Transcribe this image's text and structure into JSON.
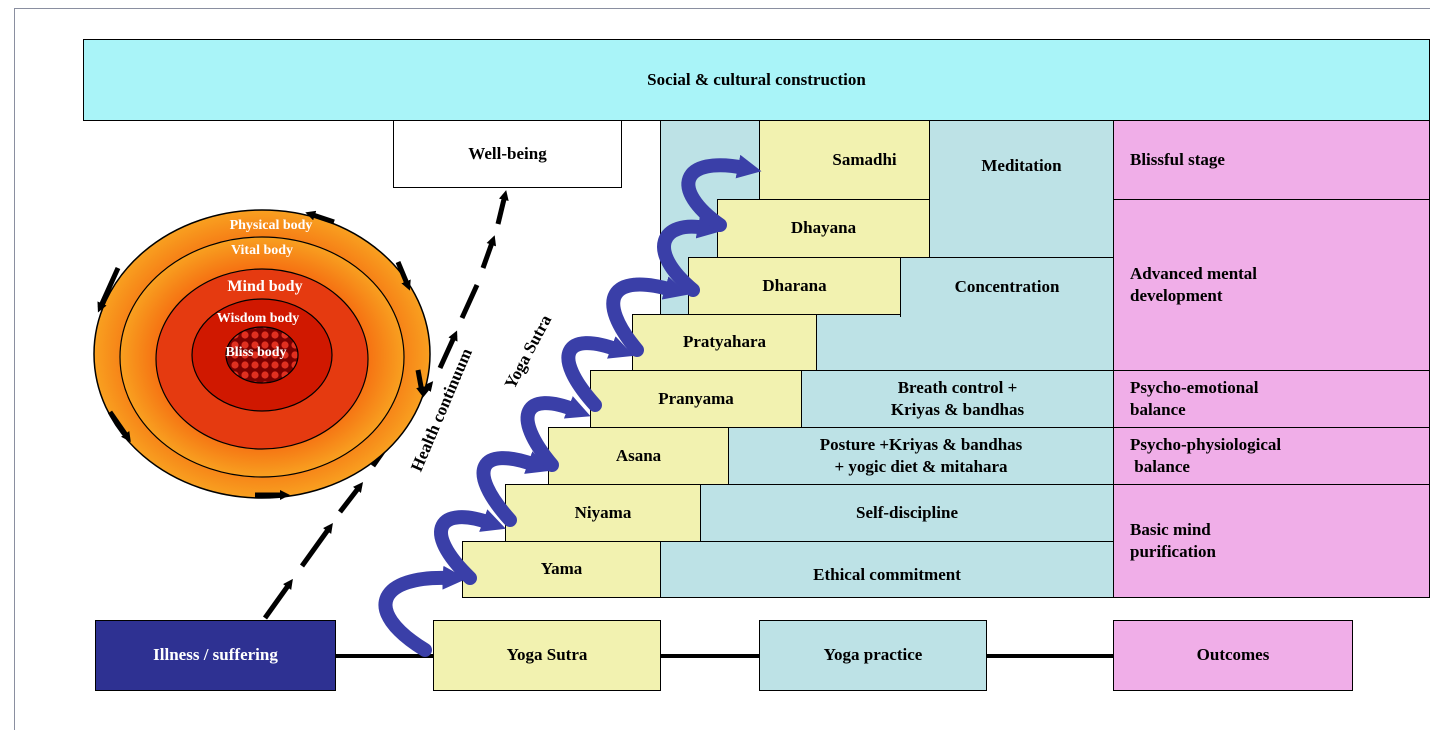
{
  "top_banner": "Social & cultural construction",
  "wellbeing": "Well-being",
  "illness": "Illness / suffering",
  "health_continuum": "Health continuum",
  "yoga_sutra_arc": "Yoga Sutra",
  "bodies": [
    "Physical body",
    "Vital body",
    "Mind body",
    "Wisdom body",
    "Bliss body"
  ],
  "steps": [
    "Samadhi",
    "Dhayana",
    "Dharana",
    "Pratyahara",
    "Pranyama",
    "Asana",
    "Niyama",
    "Yama"
  ],
  "practice": {
    "meditation": "Meditation",
    "concentration": "Concentration",
    "breath_1": "Breath control +",
    "breath_2": "Kriyas & bandhas",
    "posture_1": "Posture +Kriyas & bandhas",
    "posture_2": "+ yogic diet & mitahara",
    "self_discipline": "Self-discipline",
    "ethical": "Ethical commitment"
  },
  "outcomes": {
    "blissful": "Blissful  stage",
    "advanced_1": "Advanced mental",
    "advanced_2": "development",
    "psycho_emotional_1": "Psycho-emotional",
    "psycho_emotional_2": "balance",
    "psycho_physio_1": "Psycho-physiological",
    "psycho_physio_2": " balance",
    "basic_1": "Basic mind",
    "basic_2": "purification"
  },
  "bottom": {
    "yoga_sutra": "Yoga Sutra",
    "yoga_practice": "Yoga practice",
    "outcomes": "Outcomes"
  },
  "colors": {
    "banner": "#a9f4f8",
    "illness": "#2e3192",
    "yellow": "#f2f2b0",
    "teal": "#bde2e6",
    "pink": "#f0aee8",
    "arrow": "#3a3fa8"
  }
}
